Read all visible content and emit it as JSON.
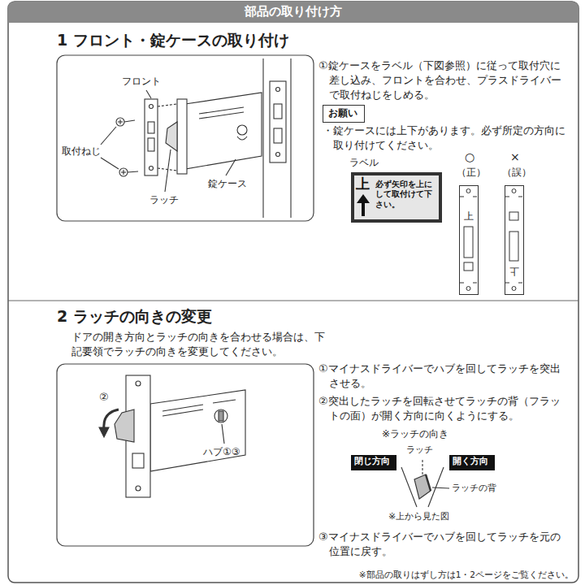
{
  "diagram": {
    "title": "部品の取り付け方",
    "nodes": [
      {
        "text": [
          "お願い"
        ]
      },
      {
        "text": [
          "上",
          "必ず矢印を上にして取付けて下さい。"
        ]
      },
      {
        "text": [
          "上"
        ]
      },
      {
        "text": [
          "上"
        ]
      },
      {
        "text": [
          "閉じ方向"
        ]
      },
      {
        "text": [
          "開く方向"
        ]
      }
    ],
    "labels": [
      "1 フロント・錠ケースの取り付け",
      "フロント",
      "取付ねじ",
      "ラッチ",
      "錠ケース",
      "①錠ケースをラベル（下図参照）に従って取付穴に差し込み、フロントを合わせ、プラスドライバーで取付ねじをしめる。",
      "・錠ケースには上下があります。必ず所定の方向に取り付けてください。",
      "ラベル",
      "○",
      "（正）",
      "×",
      "（誤）",
      "2 ラッチの向きの変更",
      "ドアの開き方向とラッチの向きを合わせる場合は、下記要領でラッチの向きを変更してください。",
      "②",
      "ハブ①③",
      "①マイナスドライバーでハブを回してラッチを突出させる。",
      "②突出したラッチを回転させてラッチの背（フラットの面）が開く方向に向くようにする。",
      "※ラッチの向き",
      "ラッチ",
      "ラッチの背",
      "※上から見た図",
      "③マイナスドライバーでハブを回してラッチを元の位置に戻す。",
      "※部品の取りはずし方は1・2ページをご覧ください。"
    ]
  }
}
